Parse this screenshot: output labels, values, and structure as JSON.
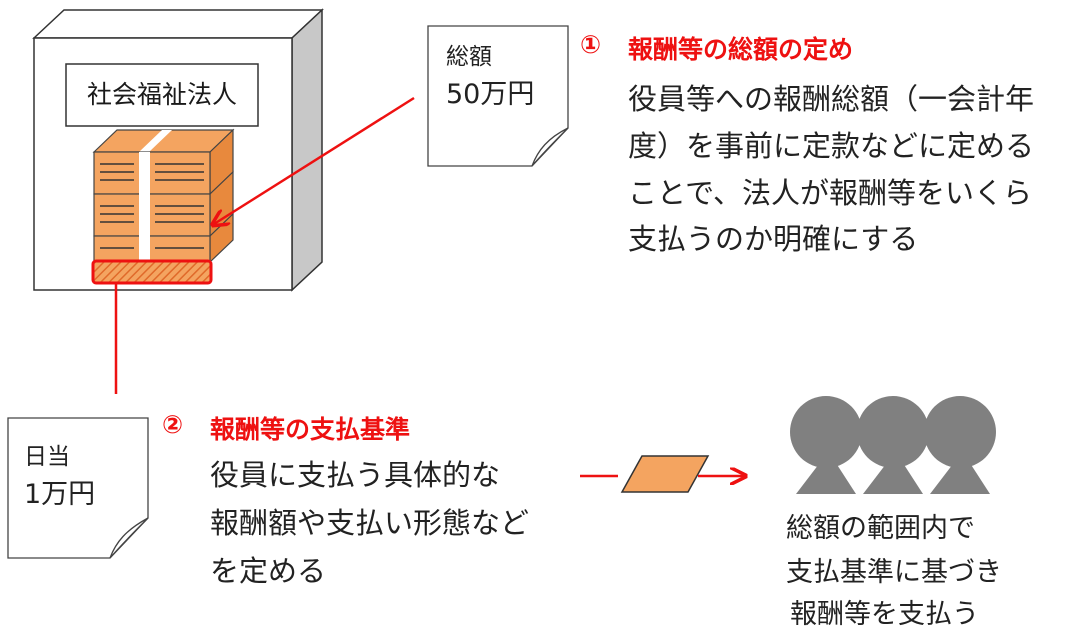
{
  "corp_label": "社会福祉法人",
  "memo_total": {
    "line1": "総額",
    "line2": "50万円"
  },
  "memo_daily": {
    "line1": "日当",
    "line2": "1万円"
  },
  "section1": {
    "number": "①",
    "title": "報酬等の総額の定め",
    "lines": [
      "役員等への報酬総額（一会計年",
      "度）を事前に定款などに定める",
      "ことで、法人が報酬等をいくら",
      "支払うのか明確にする"
    ]
  },
  "section2": {
    "number": "②",
    "title": "報酬等の支払基準",
    "lines": [
      "役員に支払う具体的な",
      "報酬額や支払い形態など",
      "を定める"
    ]
  },
  "people_caption": [
    "総額の範囲内で",
    "支払基準に基づき",
    "報酬等を支払う"
  ],
  "colors": {
    "accent": "#ee1111",
    "box": "#f4a460",
    "person": "#808080",
    "wall": "#c8c8c8"
  }
}
